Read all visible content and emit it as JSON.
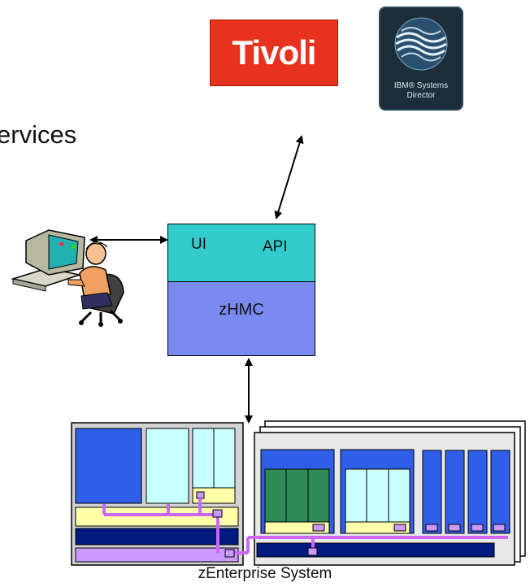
{
  "text_fragment": "ervices",
  "logos": {
    "tivoli": "Tivoli",
    "ibm_systems_director": [
      "IBM® Systems",
      "Director"
    ]
  },
  "zhmc": {
    "ui_label": "UI",
    "api_label": "API",
    "title": "zHMC"
  },
  "caption": "zEnterprise System",
  "icons": [
    "user-at-computer-icon",
    "ibm-globe-icon"
  ],
  "colors": {
    "tivoli_red": "#e8321e",
    "director_dark": "#1c2e3a",
    "zhmc_top": "#33cccc",
    "zhmc_bottom": "#7b8af0",
    "blade_blue": "#2f5fe8",
    "light_cyan": "#c8ffff",
    "pale_yellow": "#ffffaa",
    "navy": "#001a80",
    "lilac": "#cc99ff",
    "green": "#2e8b57"
  }
}
